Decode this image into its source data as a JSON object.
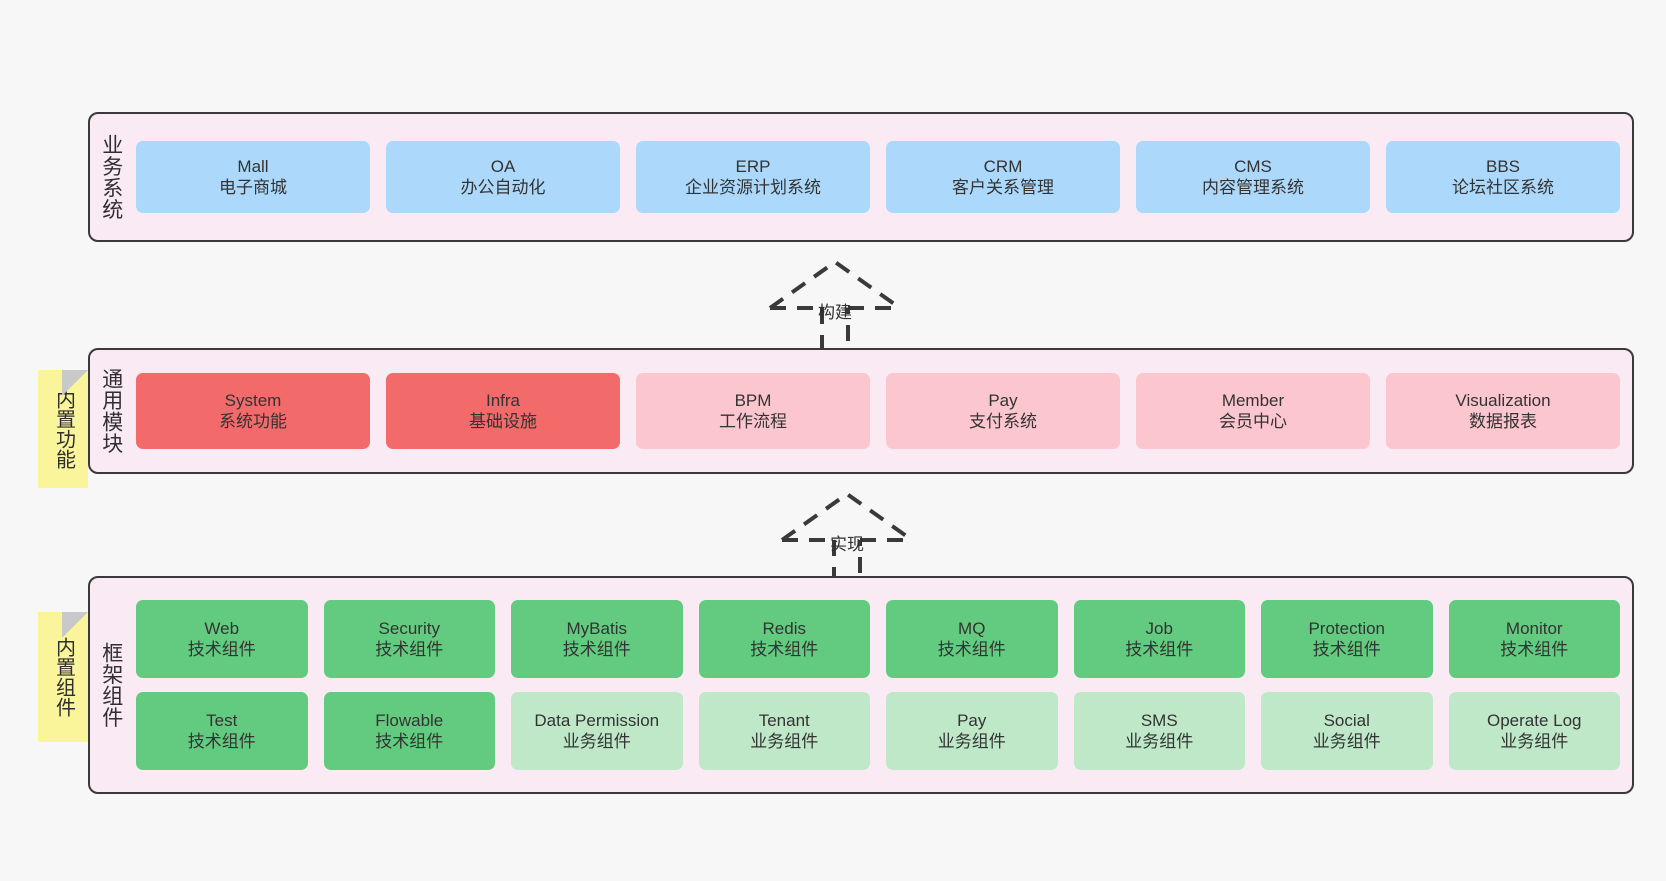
{
  "page": {
    "background": "#f7f7f7",
    "panel_fill": "#FAEAF4",
    "panel_border": "#3a3a3a",
    "sticky_fill": "#FAF59B",
    "sticky_fold": "#C9C9C9"
  },
  "palette": {
    "blue": "#ACD9FB",
    "red_strong": "#F26A6A",
    "red_light": "#FBC6CD",
    "green_strong": "#63CB7F",
    "green_light": "#BFE8C9"
  },
  "layers": [
    {
      "id": "business",
      "label": "业务系统",
      "rows": [
        [
          {
            "en": "Mall",
            "cn": "电子商城",
            "color": "c-blue"
          },
          {
            "en": "OA",
            "cn": "办公自动化",
            "color": "c-blue"
          },
          {
            "en": "ERP",
            "cn": "企业资源计划系统",
            "color": "c-blue"
          },
          {
            "en": "CRM",
            "cn": "客户关系管理",
            "color": "c-blue"
          },
          {
            "en": "CMS",
            "cn": "内容管理系统",
            "color": "c-blue"
          },
          {
            "en": "BBS",
            "cn": "论坛社区系统",
            "color": "c-blue"
          }
        ]
      ]
    },
    {
      "id": "common",
      "label": "通用模块",
      "rows": [
        [
          {
            "en": "System",
            "cn": "系统功能",
            "color": "c-red-strong"
          },
          {
            "en": "Infra",
            "cn": "基础设施",
            "color": "c-red-strong"
          },
          {
            "en": "BPM",
            "cn": "工作流程",
            "color": "c-red-light"
          },
          {
            "en": "Pay",
            "cn": "支付系统",
            "color": "c-red-light"
          },
          {
            "en": "Member",
            "cn": "会员中心",
            "color": "c-red-light"
          },
          {
            "en": "Visualization",
            "cn": "数据报表",
            "color": "c-red-light"
          }
        ]
      ]
    },
    {
      "id": "frame",
      "label": "框架组件",
      "rows": [
        [
          {
            "en": "Web",
            "cn": "技术组件",
            "color": "c-green-strong"
          },
          {
            "en": "Security",
            "cn": "技术组件",
            "color": "c-green-strong"
          },
          {
            "en": "MyBatis",
            "cn": "技术组件",
            "color": "c-green-strong"
          },
          {
            "en": "Redis",
            "cn": "技术组件",
            "color": "c-green-strong"
          },
          {
            "en": "MQ",
            "cn": "技术组件",
            "color": "c-green-strong"
          },
          {
            "en": "Job",
            "cn": "技术组件",
            "color": "c-green-strong"
          },
          {
            "en": "Protection",
            "cn": "技术组件",
            "color": "c-green-strong"
          },
          {
            "en": "Monitor",
            "cn": "技术组件",
            "color": "c-green-strong"
          }
        ],
        [
          {
            "en": "Test",
            "cn": "技术组件",
            "color": "c-green-strong"
          },
          {
            "en": "Flowable",
            "cn": "技术组件",
            "color": "c-green-strong"
          },
          {
            "en": "Data Permission",
            "cn": "业务组件",
            "color": "c-green-light"
          },
          {
            "en": "Tenant",
            "cn": "业务组件",
            "color": "c-green-light"
          },
          {
            "en": "Pay",
            "cn": "业务组件",
            "color": "c-green-light"
          },
          {
            "en": "SMS",
            "cn": "业务组件",
            "color": "c-green-light"
          },
          {
            "en": "Social",
            "cn": "业务组件",
            "color": "c-green-light"
          },
          {
            "en": "Operate Log",
            "cn": "业务组件",
            "color": "c-green-light"
          }
        ]
      ]
    }
  ],
  "stickies": [
    {
      "id": "sticky-common",
      "label": "内置功能"
    },
    {
      "id": "sticky-frame",
      "label": "内置组件"
    }
  ],
  "arrows": [
    {
      "id": "arrow-build",
      "label": "构建"
    },
    {
      "id": "arrow-realize",
      "label": "实现"
    }
  ]
}
